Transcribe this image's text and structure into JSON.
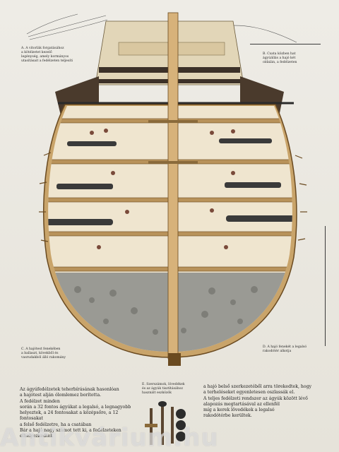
{
  "captions": {
    "top_left": [
      "A. A vitorlák forgatásához",
      "a kötélzetet kezelő",
      "legénység, amely kormányos",
      "utasításait a fedélzeten teljesíti"
    ],
    "top_right": [
      "B. Csata közben hat",
      "ágyúállás a hajó két",
      "oldalán, a fedélzeten"
    ],
    "bottom_left": [
      "C. A hajótest fenekében",
      "a ballaszt, kövekből és",
      "vasrudakból álló rakomány"
    ],
    "bottom_right": [
      "D. A hajó fenekét a legalsó",
      "rakodótér alkotja"
    ],
    "middle_bottom": [
      "E. Szerszámok, lövedékek",
      "és az ágyúk tisztításához",
      "használt eszközök"
    ]
  },
  "body_left": [
    "Az ágyúfedélzetek teherbírásának hasonlóan",
    "a hajótest alján ólomlemez borította.",
    "A fedélzet minden",
    "során a 32 fontos ágyúkat a legalsó, a legnagyobb",
    "helyeztek, a 24 fontosakat a középsőre, a 12 fontosakat",
    "a felső fedélzetre, ha a csatában",
    "Bár a hajó nagy számot tett ki, a fedélzeteken elhelyezkedtek"
  ],
  "body_right": [
    "a hajó belső szerkezetéből arra törekedtek, hogy",
    "a terheléseket egyenletesen oszlassák el.",
    "A teljes fedélzeti rendszer az ágyúk között lévő",
    "alapozás megtartásával az ellenfél",
    "míg a kerek lövedékek a legalsó",
    "rakodótérbe kerültek."
  ],
  "watermark": "Antikvárium.hu",
  "colors": {
    "hull": "#c9a46a",
    "hull_dark": "#8a6a3a",
    "deck": "#efe5cf",
    "ballast": "#9a9a94",
    "text": "#1c1c1c"
  }
}
